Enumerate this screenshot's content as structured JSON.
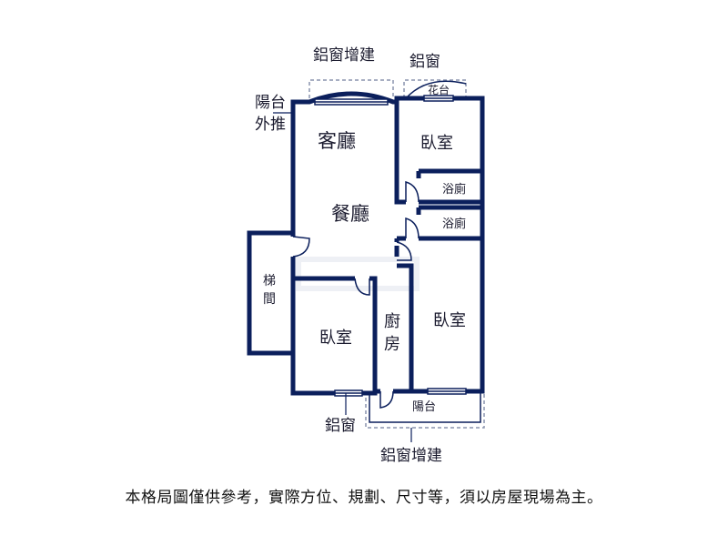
{
  "colors": {
    "wall": "#0b1f5c",
    "dashed": "#8a93ad",
    "text": "#1a1a2e",
    "watermark": "#e3e6ee"
  },
  "labels": {
    "living": "客廳",
    "dining": "餐廳",
    "bedroom_ne": "臥室",
    "bath_1": "浴廁",
    "bath_2": "浴廁",
    "stair_1": "梯",
    "stair_2": "間",
    "bedroom_sw": "臥室",
    "kitchen_1": "廚",
    "kitchen_2": "房",
    "bedroom_se": "臥室",
    "balcony_s": "陽台",
    "flower_bed": "花台",
    "balcony_nw_1": "陽台",
    "balcony_nw_2": "外推",
    "alu_ext_top": "鋁窗增建",
    "alu_window_top": "鋁窗",
    "alu_window_bottom": "鋁窗",
    "alu_ext_bottom": "鋁窗增建"
  },
  "note": "本格局圖僅供參考，實際方位、規劃、尺寸等，須以房屋現場為主。"
}
